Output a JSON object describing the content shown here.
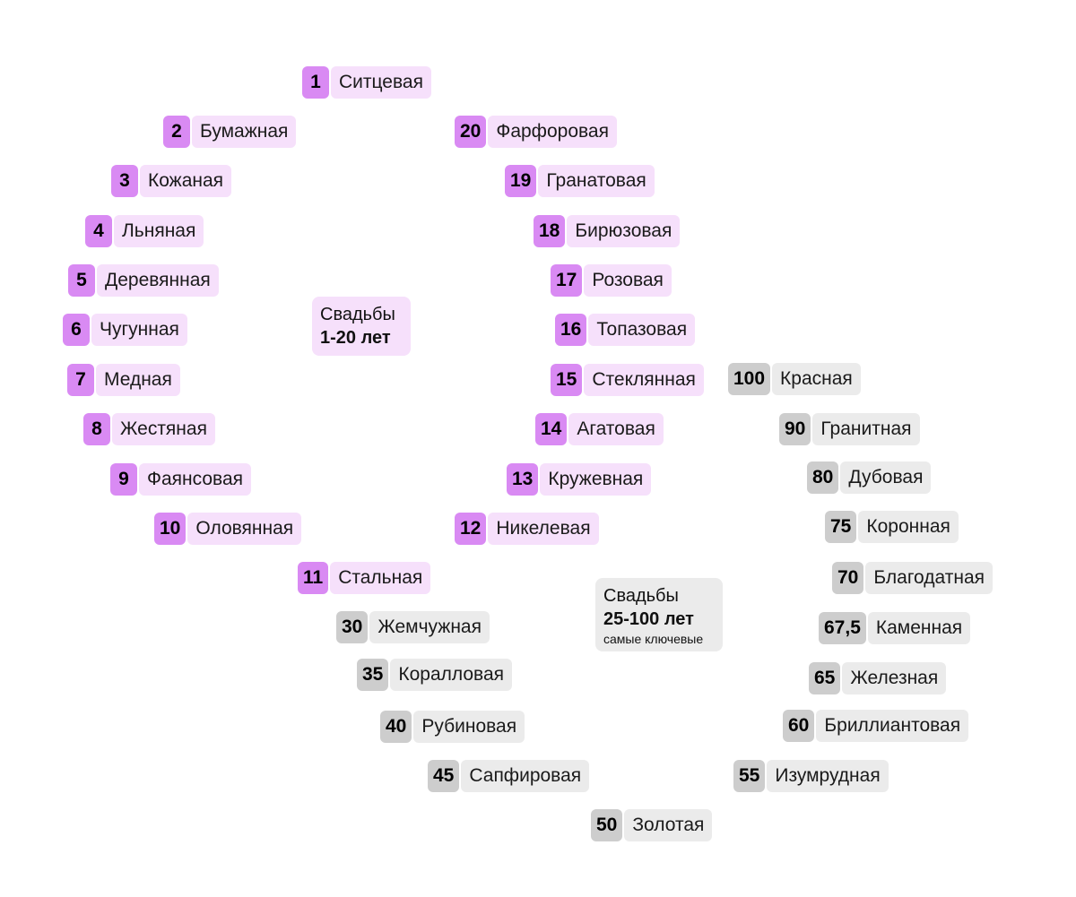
{
  "colors": {
    "pink_number": "#d98af3",
    "pink_name": "#f6e0fb",
    "gray_number": "#cdcdcd",
    "gray_name": "#ebebeb"
  },
  "group_labels": {
    "early": {
      "line1": "Свадьбы",
      "line2": "1-20 лет",
      "line3": ""
    },
    "late": {
      "line1": "Свадьбы",
      "line2": "25-100 лет",
      "line3": "самые ключевые"
    }
  },
  "anniversaries": [
    {
      "number": "1",
      "name": "Ситцевая",
      "group": "early"
    },
    {
      "number": "2",
      "name": "Бумажная",
      "group": "early"
    },
    {
      "number": "3",
      "name": "Кожаная",
      "group": "early"
    },
    {
      "number": "4",
      "name": "Льняная",
      "group": "early"
    },
    {
      "number": "5",
      "name": "Деревянная",
      "group": "early"
    },
    {
      "number": "6",
      "name": "Чугунная",
      "group": "early"
    },
    {
      "number": "7",
      "name": "Медная",
      "group": "early"
    },
    {
      "number": "8",
      "name": "Жестяная",
      "group": "early"
    },
    {
      "number": "9",
      "name": "Фаянсовая",
      "group": "early"
    },
    {
      "number": "10",
      "name": "Оловянная",
      "group": "early"
    },
    {
      "number": "11",
      "name": "Стальная",
      "group": "early"
    },
    {
      "number": "12",
      "name": "Никелевая",
      "group": "early"
    },
    {
      "number": "13",
      "name": "Кружевная",
      "group": "early"
    },
    {
      "number": "14",
      "name": "Агатовая",
      "group": "early"
    },
    {
      "number": "15",
      "name": "Стеклянная",
      "group": "early"
    },
    {
      "number": "16",
      "name": "Топазовая",
      "group": "early"
    },
    {
      "number": "17",
      "name": "Розовая",
      "group": "early"
    },
    {
      "number": "18",
      "name": "Бирюзовая",
      "group": "early"
    },
    {
      "number": "19",
      "name": "Гранатовая",
      "group": "early"
    },
    {
      "number": "20",
      "name": "Фарфоровая",
      "group": "early"
    },
    {
      "number": "30",
      "name": "Жемчужная",
      "group": "late"
    },
    {
      "number": "35",
      "name": "Коралловая",
      "group": "late"
    },
    {
      "number": "40",
      "name": "Рубиновая",
      "group": "late"
    },
    {
      "number": "45",
      "name": "Сапфировая",
      "group": "late"
    },
    {
      "number": "50",
      "name": "Золотая",
      "group": "late"
    },
    {
      "number": "55",
      "name": "Изумрудная",
      "group": "late"
    },
    {
      "number": "60",
      "name": "Бриллиантовая",
      "group": "late"
    },
    {
      "number": "65",
      "name": "Железная",
      "group": "late"
    },
    {
      "number": "67,5",
      "name": "Каменная",
      "group": "late"
    },
    {
      "number": "70",
      "name": "Благодатная",
      "group": "late"
    },
    {
      "number": "75",
      "name": "Коронная",
      "group": "late"
    },
    {
      "number": "80",
      "name": "Дубовая",
      "group": "late"
    },
    {
      "number": "90",
      "name": "Гранитная",
      "group": "late"
    },
    {
      "number": "100",
      "name": "Красная",
      "group": "late"
    }
  ]
}
